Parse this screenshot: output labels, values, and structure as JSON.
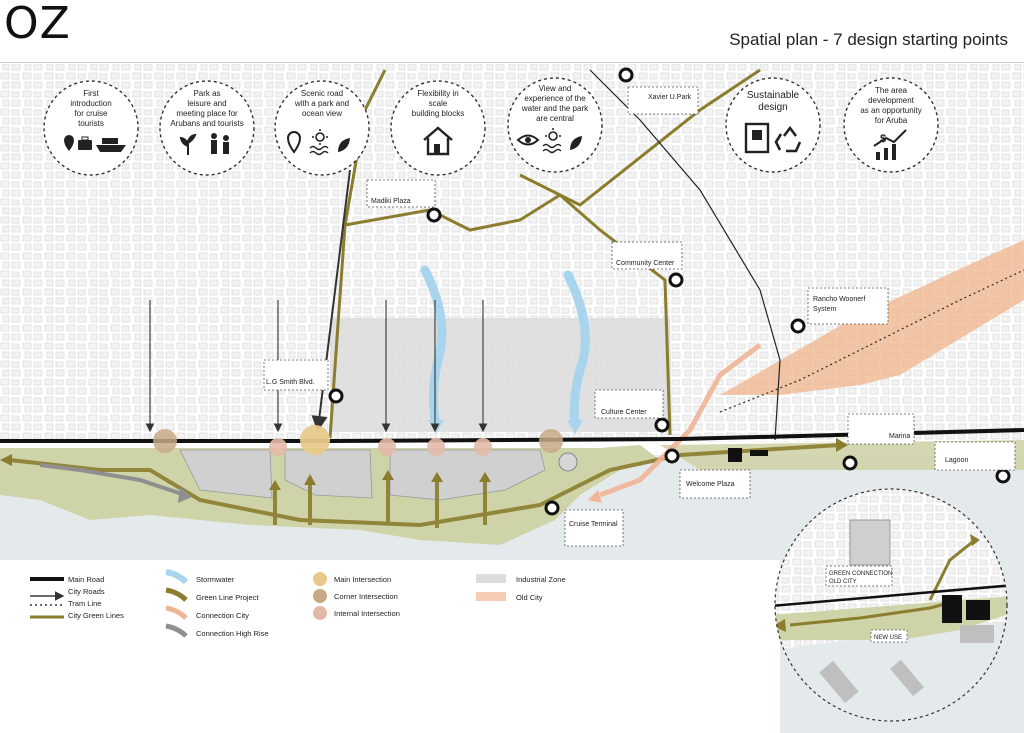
{
  "header": {
    "logo": "OZ",
    "title": "Spatial plan - 7 design starting points"
  },
  "design_points": [
    {
      "lines": [
        "First",
        "introduction",
        "for cruise",
        "tourists"
      ],
      "icons": [
        "location-pin-icon",
        "suitcase-icon",
        "cruise-ship-icon"
      ]
    },
    {
      "lines": [
        "Park as",
        "leisure and",
        "meeting place for",
        "Arubans and tourists"
      ],
      "icons": [
        "plant-icon",
        "people-icon"
      ]
    },
    {
      "lines": [
        "Scenic road",
        "with a park and",
        "ocean view"
      ],
      "icons": [
        "location-pin-icon",
        "sun-icon",
        "waves-icon",
        "leaf-icon"
      ]
    },
    {
      "lines": [
        "Flexibility in",
        "scale",
        "building blocks"
      ],
      "icons": [
        "house-icon"
      ]
    },
    {
      "lines": [
        "View and",
        "experience of the",
        "water and the park",
        "are central"
      ],
      "icons": [
        "eye-icon",
        "sun-icon",
        "waves-icon",
        "leaf-icon"
      ]
    },
    {
      "lines": [
        "Sustainable",
        "design"
      ],
      "icons": [
        "solar-building-icon",
        "recycle-icon"
      ]
    },
    {
      "lines": [
        "The area",
        "development",
        "as an opportunity",
        "for Aruba"
      ],
      "icons": [
        "growth-chart-icon"
      ]
    }
  ],
  "locations": {
    "xavier": "Xavier U.Park",
    "madiki": "Madiki Plaza",
    "community": "Community Center",
    "rancho": [
      "Rancho Woonerf",
      "System"
    ],
    "lg_smith": "L.G Smith Blvd.",
    "culture": "Culture Center",
    "marina": "Marina",
    "lagoon": "Lagoon",
    "welcome": "Welcome Plaza",
    "cruise": "Cruise Terminal"
  },
  "inset_labels": {
    "green_connection": "GREEN CONNECTION",
    "old_city": "OLD CITY",
    "new_use": "NEW USE"
  },
  "legend": {
    "col1": [
      "Main Road",
      "City Roads",
      "Tram Line",
      "City Green Lines"
    ],
    "col2": [
      "Stormwater",
      "Green Line Project",
      "Connection City",
      "Connection High Rise"
    ],
    "col3": [
      "Main Intersection",
      "Corner Intersection",
      "Internal Intersection"
    ],
    "col4": [
      "Industrial Zone",
      "Old City"
    ]
  },
  "colors": {
    "green_line": "#8a7d2e",
    "green_area": "#cfd3a8",
    "water": "#e4eaec",
    "stormwater": "#a9d4ee",
    "old_city": "#f2b48c",
    "industrial": "#dcdcdc",
    "main_intersection": "#e8c98a",
    "corner_intersection": "#c7a985",
    "internal_intersection": "#e3b9a8"
  }
}
